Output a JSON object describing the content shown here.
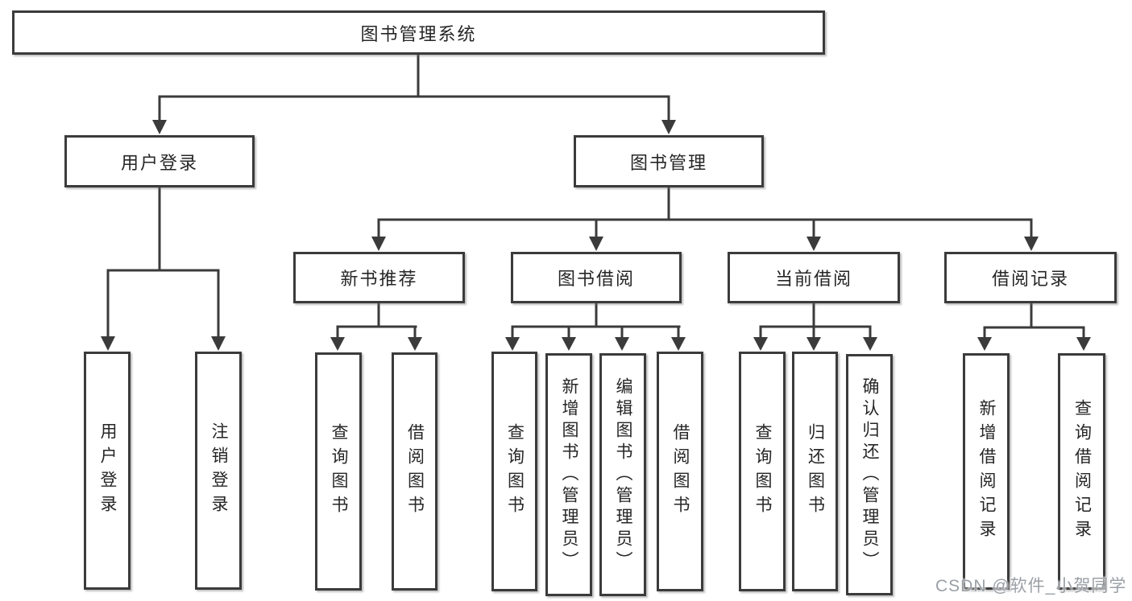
{
  "tree": {
    "label": "图书管理系统",
    "children": [
      {
        "label": "用户登录",
        "children": [
          {
            "label": "用户登录"
          },
          {
            "label": "注销登录"
          }
        ]
      },
      {
        "label": "图书管理",
        "children": [
          {
            "label": "新书推荐",
            "children": [
              {
                "label": "查询图书"
              },
              {
                "label": "借阅图书"
              }
            ]
          },
          {
            "label": "图书借阅",
            "children": [
              {
                "label": "查询图书"
              },
              {
                "label": "新增图书（管理员）"
              },
              {
                "label": "编辑图书（管理员）"
              },
              {
                "label": "借阅图书"
              }
            ]
          },
          {
            "label": "当前借阅",
            "children": [
              {
                "label": "查询图书"
              },
              {
                "label": "归还图书"
              },
              {
                "label": "确认归还（管理员）"
              }
            ]
          },
          {
            "label": "借阅记录",
            "children": [
              {
                "label": "新增借阅记录"
              },
              {
                "label": "查询借阅记录"
              }
            ]
          }
        ]
      }
    ]
  },
  "watermark": {
    "text": "CSDN @软件_小贺同学",
    "color": "#9aa0a6"
  },
  "colors": {
    "line": "#3b3b3b",
    "border": "#3b3b3b",
    "text": "#262626",
    "background": "#ffffff"
  }
}
